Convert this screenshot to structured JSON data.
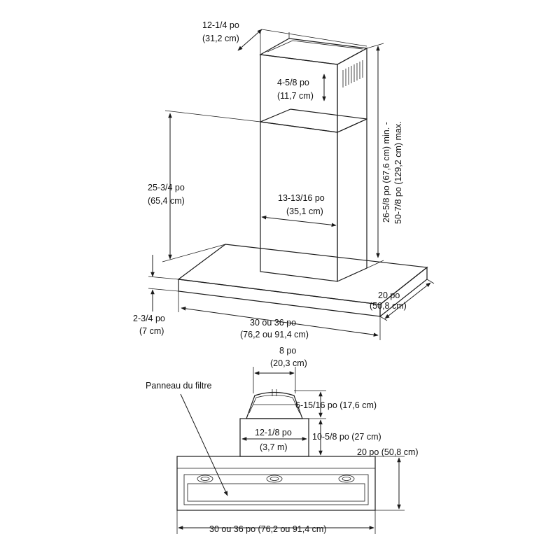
{
  "top_view": {
    "chimney_width": "12-1/4 po",
    "chimney_width_cm": "(31,2 cm)",
    "vent_height": "4-5/8 po",
    "vent_height_cm": "(11,7 cm)",
    "lower_height": "25-3/4 po",
    "lower_height_cm": "(65,4 cm)",
    "chimney_depth": "13-13/16 po",
    "chimney_depth_cm": "(35,1 cm)",
    "total_height_min": "26-5/8 po (67,6 cm) min. -",
    "total_height_max": "50-7/8 po (129,2 cm) max.",
    "canopy_depth": "20 po",
    "canopy_depth_cm": "(50,8 cm)",
    "canopy_thickness": "2-3/4 po",
    "canopy_thickness_cm": "(7 cm)",
    "canopy_width": "30 ou 36 po",
    "canopy_width_cm": "(76,2 ou 91,4 cm)"
  },
  "bottom_view": {
    "duct_width": "8 po",
    "duct_width_cm": "(20,3 cm)",
    "filter_panel": "Panneau du filtre",
    "duct_height": "6-15/16 po (17,6 cm)",
    "box_width": "12-1/8 po",
    "box_width_cm": "(3,7 m)",
    "box_height": "10-5/8 po (27 cm)",
    "depth": "20 po (50,8 cm)",
    "width": "30 ou 36 po (76,2 ou 91,4 cm)"
  }
}
